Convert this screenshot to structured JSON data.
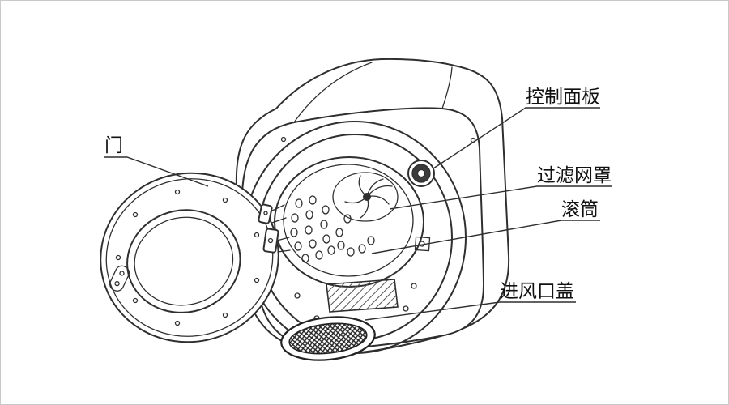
{
  "diagram": {
    "line_color": "#2f2f2f",
    "background": "#ffffff",
    "callouts": {
      "door": "门",
      "control_panel": "控制面板",
      "filter_cover": "过滤网罩",
      "drum": "滚筒",
      "air_inlet_cover": "进风口盖"
    }
  }
}
